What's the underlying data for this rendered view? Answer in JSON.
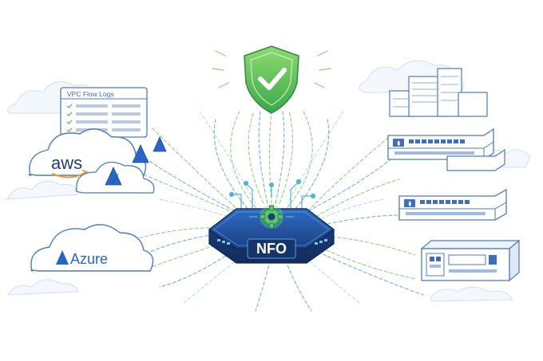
{
  "diagram": {
    "hub": {
      "label": "NFO",
      "icon": "gear-icon"
    },
    "top_node": {
      "icon": "shield-check-icon"
    },
    "left_nodes": {
      "log_panel": {
        "title": "VPC Flow Logs",
        "icon": "log-list-icon"
      },
      "aws": {
        "label": "aws",
        "icon": "aws-smile-icon"
      },
      "azure": {
        "label": "Azure",
        "icon": "azure-a-icon"
      }
    },
    "right_nodes": {
      "data_center": {
        "icon": "buildings-icon"
      },
      "firewall_1": {
        "icon": "flame-icon"
      },
      "firewall_2": {
        "icon": "flame-icon"
      },
      "appliance": {
        "icon": "server-appliance-icon"
      }
    },
    "colors": {
      "accent_green": "#5cc35a",
      "flow_blue": "#4b8fd8",
      "outline_blue": "#3f6fb8",
      "hub_dark": "#1d3d78",
      "hub_glow": "#38e0c8"
    }
  }
}
